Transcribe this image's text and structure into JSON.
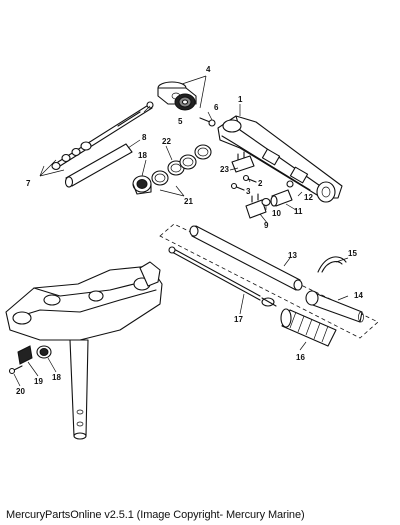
{
  "footer": {
    "caption": "MercuryPartsOnline v2.5.1 (Image Copyright- Mercury Marine)"
  },
  "callouts": {
    "c1": "1",
    "c2": "2",
    "c3": "3",
    "c4": "4",
    "c5": "5",
    "c6": "6",
    "c7": "7",
    "c8": "8",
    "c9": "9",
    "c10": "10",
    "c11": "11",
    "c12": "12",
    "c13": "13",
    "c14": "14",
    "c15": "15",
    "c16": "16",
    "c17": "17",
    "c18a": "18",
    "c18b": "18",
    "c19": "19",
    "c20": "20",
    "c21": "21",
    "c22": "22",
    "c23": "23"
  }
}
